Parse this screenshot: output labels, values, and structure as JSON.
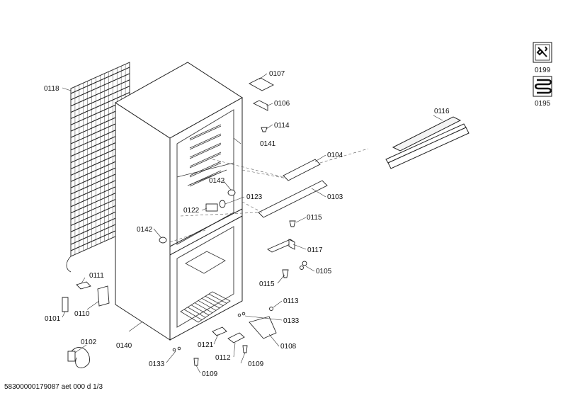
{
  "doc_id": "58300000179087 aet 000 d 1/3",
  "icons": {
    "service": {
      "name": "wrench-icon",
      "label": "0199"
    },
    "coil": {
      "name": "coil-icon",
      "label": "0195"
    }
  },
  "parts": {
    "p0101": "0101",
    "p0102": "0102",
    "p0103": "0103",
    "p0104": "0104",
    "p0105": "0105",
    "p0106": "0106",
    "p0107": "0107",
    "p0108": "0108",
    "p0109a": "0109",
    "p0109b": "0109",
    "p0110": "0110",
    "p0111": "0111",
    "p0112": "0112",
    "p0113": "0113",
    "p0114": "0114",
    "p0115a": "0115",
    "p0115b": "0115",
    "p0116": "0116",
    "p0117": "0117",
    "p0118": "0118",
    "p0121": "0121",
    "p0122": "0122",
    "p0123": "0123",
    "p0133a": "0133",
    "p0133b": "0133",
    "p0140": "0140",
    "p0141": "0141",
    "p0142a": "0142",
    "p0142b": "0142"
  }
}
